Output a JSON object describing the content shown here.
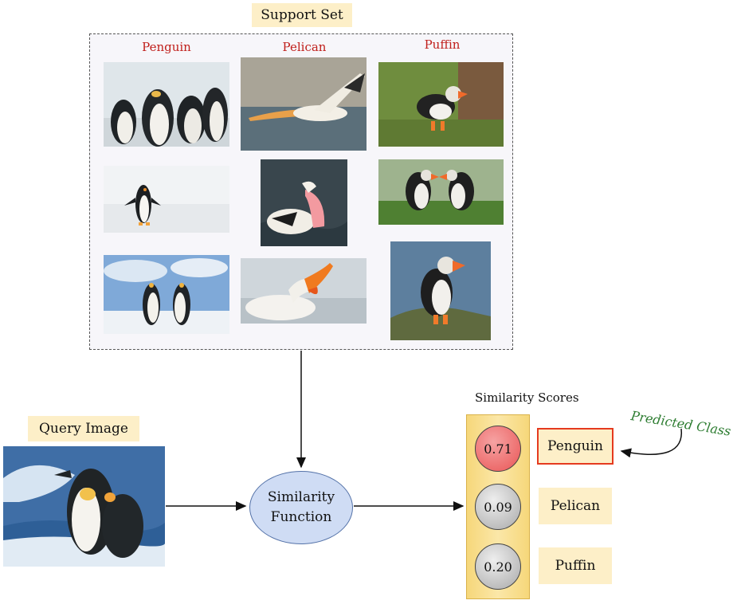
{
  "support_set": {
    "title": "Support Set",
    "columns": [
      {
        "label": "Penguin"
      },
      {
        "label": "Pelican"
      },
      {
        "label": "Puffin"
      }
    ]
  },
  "query": {
    "label": "Query Image"
  },
  "similarity_function": {
    "line1": "Similarity",
    "line2": "Function"
  },
  "scores": {
    "title": "Similarity Scores",
    "items": [
      {
        "value": "0.71",
        "class": "Penguin",
        "highlight": true,
        "color": "#ef6f6f"
      },
      {
        "value": "0.09",
        "class": "Pelican",
        "highlight": false,
        "color": "#c8c8c8"
      },
      {
        "value": "0.20",
        "class": "Puffin",
        "highlight": false,
        "color": "#c8c8c8"
      }
    ]
  },
  "predicted": {
    "label": "Predicted Class",
    "color": "#2e7d32"
  },
  "colors": {
    "label_bg": "#fdefc8",
    "column_title": "#c0201c",
    "highlight_border": "#e53a1f",
    "ellipse_fill": "#cfdcf4"
  }
}
